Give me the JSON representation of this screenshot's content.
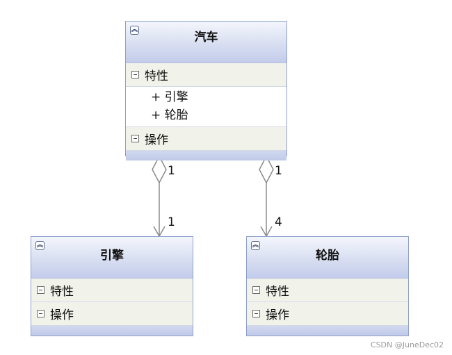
{
  "classes": {
    "car": {
      "title": "汽车",
      "attributes_label": "特性",
      "attributes": [
        "+ 引擎",
        "+ 轮胎"
      ],
      "operations_label": "操作"
    },
    "engine": {
      "title": "引擎",
      "attributes_label": "特性",
      "operations_label": "操作"
    },
    "tire": {
      "title": "轮胎",
      "attributes_label": "特性",
      "operations_label": "操作"
    }
  },
  "associations": [
    {
      "from": "汽车",
      "to": "引擎",
      "type": "aggregation",
      "source_multiplicity": "1",
      "target_multiplicity": "1"
    },
    {
      "from": "汽车",
      "to": "轮胎",
      "type": "aggregation",
      "source_multiplicity": "1",
      "target_multiplicity": "4"
    }
  ],
  "watermark": "CSDN @JuneDec02",
  "colors": {
    "header_top": "#f4f6fc",
    "header_bottom": "#c2cbea",
    "border": "#8e9fca",
    "section_bg": "#f1f3ea",
    "connector": "#8a8a8a"
  }
}
